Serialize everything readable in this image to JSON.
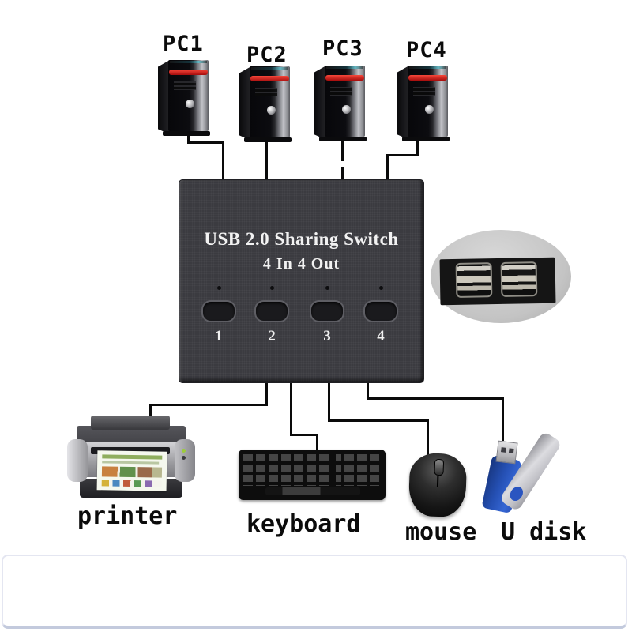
{
  "computers": [
    {
      "label": "PC1"
    },
    {
      "label": "PC2"
    },
    {
      "label": "PC3"
    },
    {
      "label": "PC4"
    }
  ],
  "switch": {
    "title": "USB 2.0 Sharing Switch",
    "subtitle": "4 In 4 Out",
    "ports": [
      {
        "number": "1"
      },
      {
        "number": "2"
      },
      {
        "number": "3"
      },
      {
        "number": "4"
      }
    ],
    "body_color": "#3b3b40",
    "label_color": "#f2f2f2"
  },
  "usb_detail": {
    "port_count": 4,
    "ellipse_color": "#c9c9c9",
    "panel_color": "#151515"
  },
  "devices": [
    {
      "label": "printer"
    },
    {
      "label": "keyboard"
    },
    {
      "label": "mouse"
    },
    {
      "label": "U disk"
    }
  ],
  "colors": {
    "background": "#ffffff",
    "wire": "#0a0a0a",
    "tower_stripe": "#c41212",
    "udisk_body": "#2a52b8",
    "udisk_clip": "#c4c4c8"
  }
}
